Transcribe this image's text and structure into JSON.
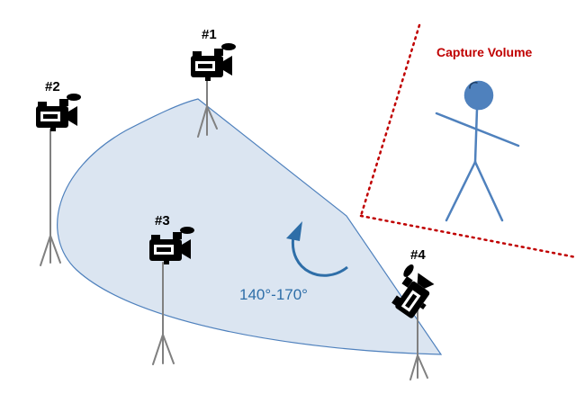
{
  "capture_volume": {
    "label": "Capture Volume",
    "color": "#c00000"
  },
  "angle": {
    "label": "140°-170°",
    "color": "#2e6ea8"
  },
  "coverage_area": {
    "fill": "#dbe5f1",
    "stroke": "#4f81bd"
  },
  "subject": {
    "color": "#4f81bd",
    "icon": "stick-figure-icon"
  },
  "cameras": [
    {
      "id": "camera-1",
      "label": "#1",
      "icon": "video-camera-icon"
    },
    {
      "id": "camera-2",
      "label": "#2",
      "icon": "video-camera-icon"
    },
    {
      "id": "camera-3",
      "label": "#3",
      "icon": "video-camera-icon"
    },
    {
      "id": "camera-4",
      "label": "#4",
      "icon": "video-camera-icon"
    }
  ]
}
